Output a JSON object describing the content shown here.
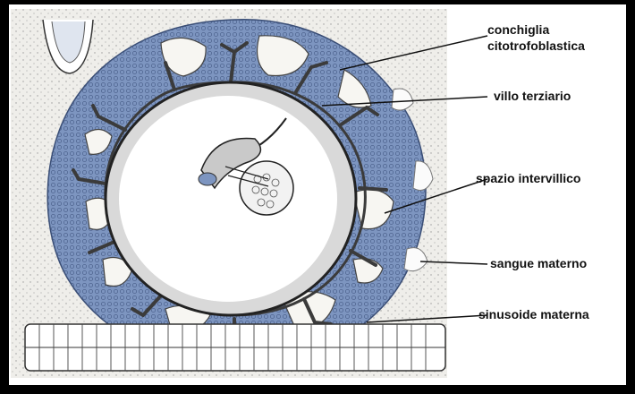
{
  "figure": {
    "labels": {
      "shell": [
        "conchiglia",
        "citotrofoblastica"
      ],
      "tertiary_villus": "villo terziario",
      "intervillous_space": "spazio intervillico",
      "maternal_blood": "sangue materno",
      "maternal_sinusoid": "sinusoide materna"
    },
    "colors": {
      "frame": "#000000",
      "trophoblast": "#7d95c0",
      "villus_core": "#3b3b3b",
      "background_stroma": "#e4e2dc",
      "chorionic_cavity": "#ffffff"
    }
  }
}
